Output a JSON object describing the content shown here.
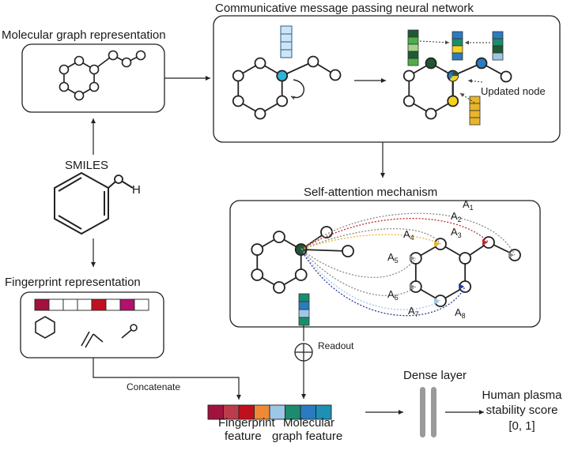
{
  "titles": {
    "molecular_graph": "Molecular graph representation",
    "cmpnn": "Communicative message passing neural network",
    "self_attention": "Self-attention mechanism",
    "fingerprint": "Fingerprint representation",
    "dense_layer": "Dense layer"
  },
  "labels": {
    "smiles": "SMILES",
    "hydrogen": "H",
    "updated_node": "Updated node",
    "readout": "Readout",
    "concatenate": "Concatenate",
    "fingerprint_feature_1": "Fingerprint",
    "fingerprint_feature_2": "feature",
    "graph_feature_1": "Molecular",
    "graph_feature_2": "graph feature",
    "output_1": "Human plasma",
    "output_2": "stability score",
    "output_3": "[0, 1]"
  },
  "attention": {
    "labels": [
      {
        "name": "A",
        "sub": "1"
      },
      {
        "name": "A",
        "sub": "2"
      },
      {
        "name": "A",
        "sub": "3"
      },
      {
        "name": "A",
        "sub": "4"
      },
      {
        "name": "A",
        "sub": "5"
      },
      {
        "name": "A",
        "sub": "6"
      },
      {
        "name": "A",
        "sub": "7"
      },
      {
        "name": "A",
        "sub": "8"
      }
    ],
    "colors": [
      "#8a8a8a",
      "#c0282d",
      "#8a8a8a",
      "#e9b52a",
      "#8a8a8a",
      "#8a8a8a",
      "#9ec6e6",
      "#2b3a97"
    ]
  },
  "colors": {
    "hidden_node": "#2fb3d9",
    "dark_green": "#1e5a32",
    "blue_node": "#2b7bc0",
    "yellow": "#f5d21f",
    "gold": "#e9b52a",
    "fingerprint_red": "#a3123e",
    "fingerprint_magenta": "#b0126e",
    "fingerprint_crimson": "#c0101e",
    "dense_gray": "#9a9a9a"
  },
  "fingerprint_bits": [
    1,
    0,
    0,
    0,
    1,
    0,
    1,
    0
  ],
  "feature_vector_colors": [
    "#a3123e",
    "#bd3c4b",
    "#c0101e",
    "#ee8a35",
    "#9ec6e6",
    "#1b8c6e",
    "#2b7bc0",
    "#1e8fb5"
  ]
}
